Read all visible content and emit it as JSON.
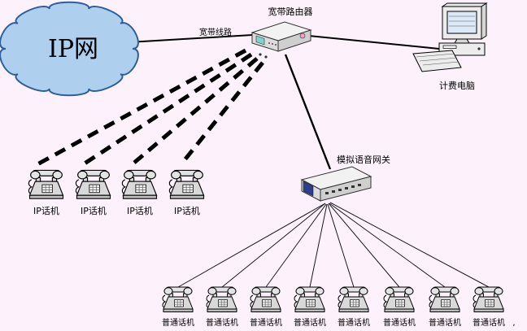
{
  "colors": {
    "background": "#fdf2fc",
    "cloud_fill": "#aed0ee",
    "cloud_stroke": "#2e5f9b",
    "router_teal": "#7fd6cf",
    "router_pink": "#f2a0c8",
    "gateway_accent": "#2c3e8c",
    "line": "#000000"
  },
  "cloud": {
    "label": "IP网"
  },
  "router": {
    "label": "宽带路由器"
  },
  "broadband_link": {
    "label": "宽带线路"
  },
  "computer": {
    "label": "计费电脑"
  },
  "gateway": {
    "label": "模拟语音网关"
  },
  "ip_phones": [
    {
      "label": "IP话机"
    },
    {
      "label": "IP话机"
    },
    {
      "label": "IP话机"
    },
    {
      "label": "IP话机"
    }
  ],
  "analog_phones": [
    {
      "label": "普通话机"
    },
    {
      "label": "普通话机"
    },
    {
      "label": "普通话机"
    },
    {
      "label": "普通话机"
    },
    {
      "label": "普通话机"
    },
    {
      "label": "普通话机"
    },
    {
      "label": "普通话机"
    },
    {
      "label": "普通话机"
    }
  ],
  "trailing_mark": ","
}
